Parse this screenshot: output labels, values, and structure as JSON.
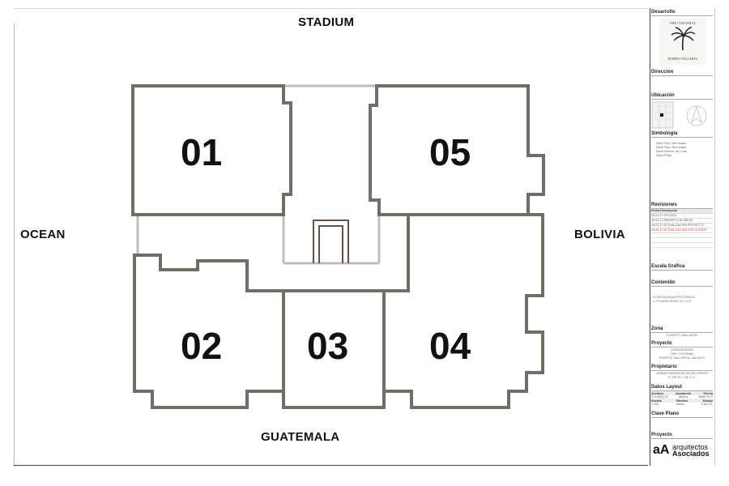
{
  "streets": {
    "north": "STADIUM",
    "south": "GUATEMALA",
    "west": "OCEAN",
    "east": "BOLIVIA"
  },
  "units": [
    "01",
    "05",
    "02",
    "03",
    "04"
  ],
  "colors": {
    "wall": "#6f6f67",
    "light_wall": "#bdbdbd",
    "elevator": "#6a5040",
    "frame": "#444444"
  },
  "title_block": {
    "desarrollo_label": "Desarrollo",
    "logo_text_top": "THE COLONIAL",
    "logo_text_bottom": "PUERTO VALLARTA",
    "direccion_label": "Dirección",
    "ubicacion_label": "Ubicación",
    "simbologia_label": "Simbología",
    "simbologia_items": [
      "Nivel Piso Terminado",
      "Nivel Piso Terminado",
      "Nivel Inferior de Losa",
      "Nivel Pretil"
    ],
    "revisiones_label": "Revisiones",
    "revisiones_headers": [
      "Fecha",
      "Descripción"
    ],
    "revisiones_rows": [
      {
        "fecha": "25-01-17",
        "desc": "ESTUDIO",
        "red": false
      },
      {
        "fecha": "28-02-17",
        "desc": "REPARTO DE ÁREAS",
        "red": false
      },
      {
        "fecha": "28-03-17",
        "desc": "ACTUALIZACIÓN PROYECTO",
        "red": false
      },
      {
        "fecha": "28-05-17",
        "desc": "ACTUALIZACIÓN POR CLIENTE",
        "red": true
      }
    ],
    "escala_grafica_label": "Escala Gráfica",
    "contenido_label": "Contenido",
    "contenido_lines": [
      "PLANTA ARQUITECTÓNICA",
      "1. PLANTA NIVEL 02-7-03"
    ],
    "zona_label": "Zona",
    "zona_value": "PUERTO VALLARTA",
    "proyecto_label": "Proyecto",
    "proyecto_lines": [
      "CONDOMINIOS",
      "THE COLONIAL",
      "PUERTO VALLARTA, JALISCO"
    ],
    "propietario_label": "Propietario",
    "propietario_lines": [
      "URBAN PARADISE DEVELOPERS",
      "S. DE R.L. DE C.V."
    ],
    "datos_label": "Datos Layout",
    "datos_headers": [
      "Archivo",
      "Acotación",
      "Fecha"
    ],
    "datos_row1": [
      "CO-ARQ-02",
      "Metros",
      "MAR 20 P"
    ],
    "datos_headers2": [
      "Escala",
      "Niveles",
      "Dibujó"
    ],
    "datos_row2": [
      "1:100",
      "Varios",
      "T.A.D.G."
    ],
    "clave_label": "Clave Plano",
    "proyecto2_label": "Proyecto",
    "arq_mark": "aA",
    "arq_name": "arquitectos",
    "arq_name2": "Asociados"
  }
}
